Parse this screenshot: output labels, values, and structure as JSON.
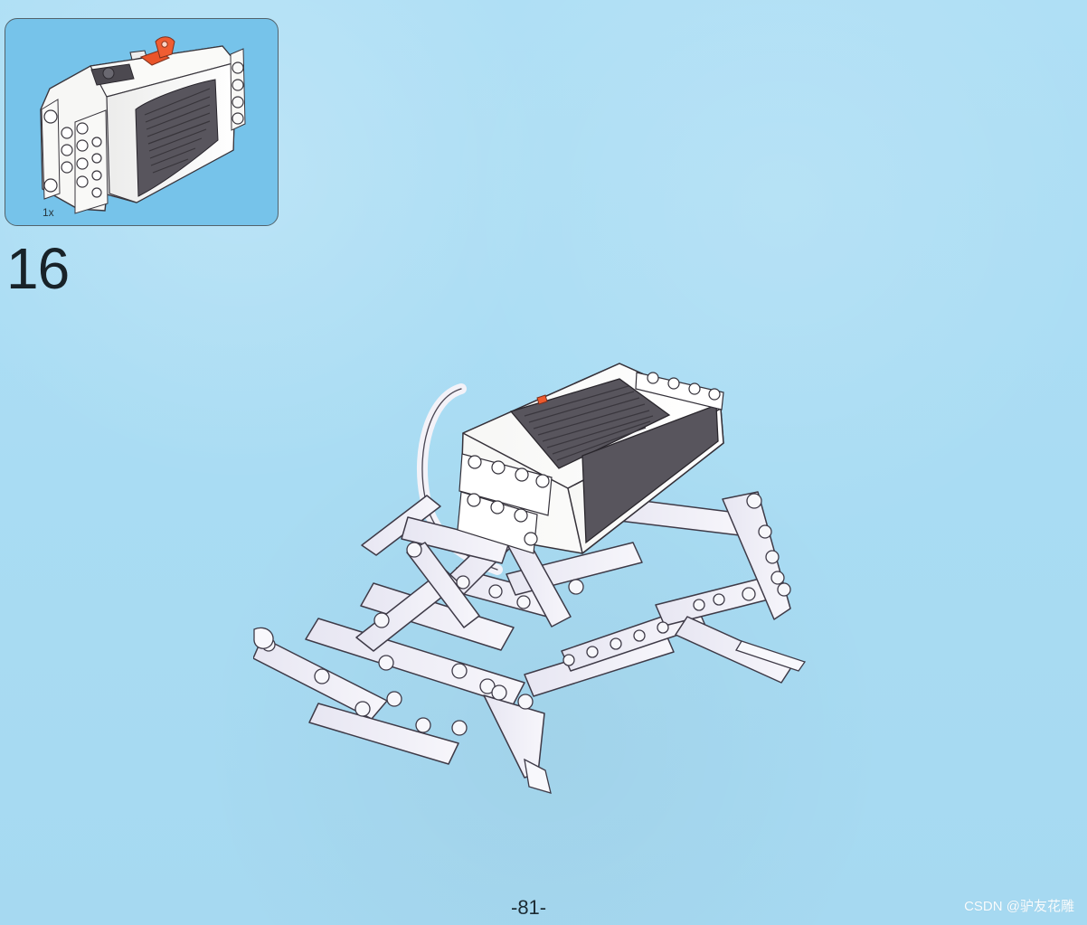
{
  "instruction_step": {
    "part_quantity": "1x",
    "step_number": "16",
    "page_number": "-81-"
  },
  "overlay": {
    "watermark": "CSDN @驴友花雕"
  },
  "colors": {
    "page_background": "#a9dcf3",
    "callout_background": "#76c3ea",
    "part_grey": "#4f4c55",
    "part_light": "#f1f1ef",
    "accent_orange": "#ee5a2d",
    "frame_lavender": "#e8e7f3"
  },
  "icons": {
    "part": "battery-box-icon",
    "model": "assembled-robot-icon"
  }
}
